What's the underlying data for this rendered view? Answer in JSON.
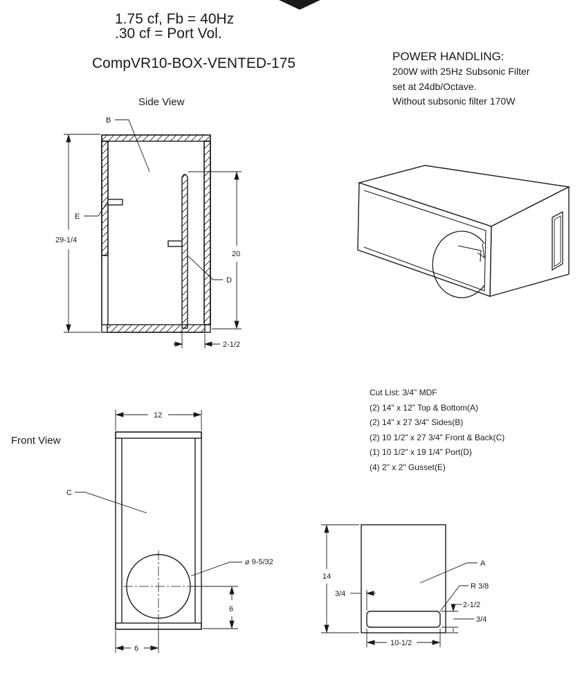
{
  "header": {
    "spec_line1": "1.75 cf,  Fb = 40Hz",
    "spec_line2": ".30 cf  =  Port Vol.",
    "title": "CompVR10-BOX-VENTED-175"
  },
  "power_handling": {
    "title": "POWER HANDLING:",
    "line1": "200W with 25Hz Subsonic Filter",
    "line2": "set at 24db/Octave.",
    "line3": "Without subsonic filter 170W"
  },
  "side_view": {
    "label": "Side View",
    "callout_b": "B",
    "callout_e": "E",
    "callout_d": "D",
    "dim_height": "29-1/4",
    "dim_port_height": "20",
    "dim_port_gap": "2-1/2"
  },
  "front_view": {
    "label": "Front View",
    "callout_c": "C",
    "dim_width": "12",
    "dim_hole": "⌀ 9-5/32",
    "dim_center_height": "6",
    "dim_center_offset": "6"
  },
  "port_view": {
    "callout_a": "A",
    "dim_height": "14",
    "dim_inset": "3/4",
    "dim_radius": "R 3/8",
    "dim_port_h": "2-1/2",
    "dim_port_t": "3/4",
    "dim_port_w": "10-1/2"
  },
  "cut_list": {
    "title": "Cut List: 3/4\" MDF",
    "items": [
      "(2)  14\"  x  12\"  Top & Bottom(A)",
      "(2)  14\"  x  27 3/4\"  Sides(B)",
      "(2)  10 1/2\"  x  27 3/4\"  Front & Back(C)",
      "(1)  10 1/2\"  x  19 1/4\"  Port(D)",
      "(4)  2\"  x  2\"  Gusset(E)"
    ]
  },
  "colors": {
    "ink": "#1a1a1a",
    "background": "#ffffff"
  }
}
